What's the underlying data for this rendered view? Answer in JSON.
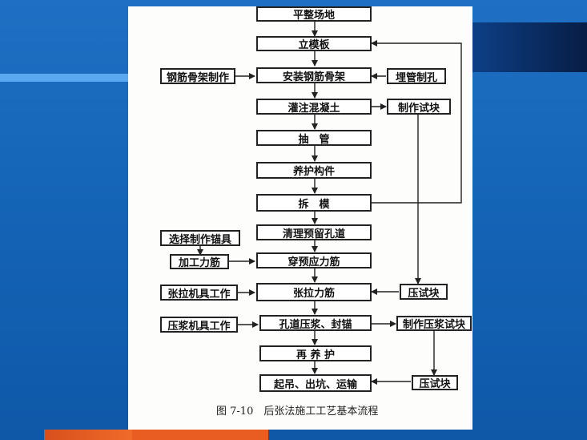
{
  "diagram": {
    "main": [
      {
        "id": "ping-zheng-chang-di",
        "label": "平整场地"
      },
      {
        "id": "li-mo-ban",
        "label": "立模板"
      },
      {
        "id": "an-zhuang-gang-jin-gu-jia",
        "label": "安装钢筋骨架"
      },
      {
        "id": "jiao-zhu-hun-ning-tu",
        "label": "灌注混凝土"
      },
      {
        "id": "chou-guan",
        "label": "抽　管"
      },
      {
        "id": "yang-hu-gou-jian",
        "label": "养护构件"
      },
      {
        "id": "chai-mo",
        "label": "拆　模"
      },
      {
        "id": "qing-li-yu-liu-kong-dao",
        "label": "清理预留孔道"
      },
      {
        "id": "chuan-yu-ying-li-jin",
        "label": "穿预应力筋"
      },
      {
        "id": "zhang-la-li-jin",
        "label": "张拉力筋"
      },
      {
        "id": "kong-dao-ya-jiang-feng-mao",
        "label": "孔道压浆、封锚"
      },
      {
        "id": "zai-yang-hu",
        "label": "再 养 护"
      },
      {
        "id": "qi-diao-chu-keng-yun-shu",
        "label": "起吊、出坑、运输"
      }
    ],
    "left": [
      {
        "id": "gang-jin-gu-jia-zhi-zuo",
        "label": "钢筋骨架制作"
      },
      {
        "id": "xuan-ze-zhi-zuo-mao-ju",
        "label": "选择制作锚具"
      },
      {
        "id": "jia-gong-li-jin",
        "label": "加工力筋"
      },
      {
        "id": "zhang-la-ji-ju-gong-zuo",
        "label": "张拉机具工作"
      },
      {
        "id": "ya-jiang-ji-ju-gong-zuo",
        "label": "压浆机具工作"
      }
    ],
    "right": [
      {
        "id": "mai-guan-zhi-kong",
        "label": "埋管制孔"
      },
      {
        "id": "zhi-zuo-shi-kuai",
        "label": "制作试块"
      },
      {
        "id": "ya-shi-kuai-1",
        "label": "压试块"
      },
      {
        "id": "zhi-zuo-ya-jiang-shi-kuai",
        "label": "制作压浆试块"
      },
      {
        "id": "ya-shi-kuai-2",
        "label": "压试块"
      }
    ],
    "caption": "图 7-10　后张法施工工艺基本流程"
  }
}
